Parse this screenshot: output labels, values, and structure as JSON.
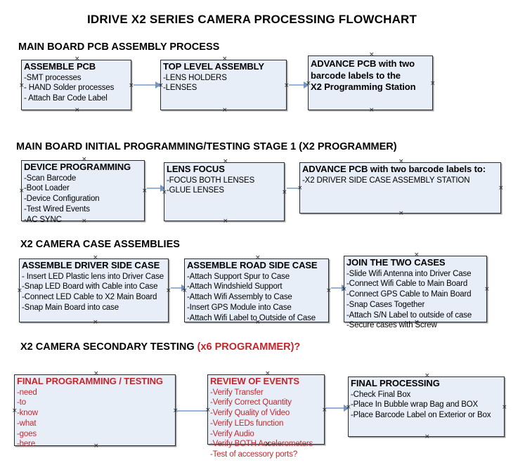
{
  "document": {
    "title": "IDRIVE X2  SERIES CAMERA PROCESSING FLOWCHART",
    "accent_color": "#c0272d",
    "node_fill": "#e8eef7",
    "connector_color": "#95b3d7"
  },
  "sections": [
    {
      "id": "main-board-pcb-assembly",
      "heading": "MAIN BOARD PCB ASSEMBLY PROCESS",
      "heading_accent": "",
      "nodes": [
        {
          "id": "assemble-pcb",
          "header": "ASSEMBLE PCB",
          "items": [
            "-SMT processes",
            "- HAND Solder processes",
            "- Attach Bar Code Label"
          ]
        },
        {
          "id": "top-level-assembly",
          "header": "TOP LEVEL ASSEMBLY",
          "items": [
            "-LENS HOLDERS",
            "-LENSES"
          ]
        },
        {
          "id": "advance-pcb-x2-programming-station",
          "header": "ADVANCE PCB with two",
          "items": [
            "barcode labels to the",
            " X2 Programming Station"
          ]
        }
      ]
    },
    {
      "id": "main-board-initial-programming",
      "heading": "MAIN BOARD INITIAL PROGRAMMING/TESTING STAGE 1 (X2 PROGRAMMER)",
      "heading_accent": "",
      "nodes": [
        {
          "id": "device-programming",
          "header": "DEVICE PROGRAMMING",
          "items": [
            "-Scan Barcode",
            "-Boot Loader",
            "-Device Configuration",
            "-Test Wired Events",
            "-AC SYNC"
          ]
        },
        {
          "id": "lens-focus",
          "header": "LENS FOCUS",
          "items": [
            "-FOCUS BOTH LENSES",
            "-GLUE LENSES"
          ]
        },
        {
          "id": "advance-pcb-driver-side-case",
          "header": "ADVANCE PCB with two barcode labels to:",
          "items": [
            "-X2 DRIVER  SIDE  CASE  ASSEMBLY STATION"
          ]
        }
      ]
    },
    {
      "id": "x2-camera-case-assemblies",
      "heading": "X2 CAMERA CASE ASSEMBLIES",
      "heading_accent": "",
      "nodes": [
        {
          "id": "assemble-driver-side-case",
          "header": "ASSEMBLE DRIVER SIDE CASE",
          "items": [
            "- Insert LED Plastic lens into Driver Case",
            "-Snap LED Board with Cable into Case",
            "-Connect LED Cable to X2 Main Board",
            "-Snap Main Board into case"
          ]
        },
        {
          "id": "assemble-road-side-case",
          "header": "ASSEMBLE ROAD SIDE CASE",
          "items": [
            "-Attach Support Spur to Case",
            "-Attach Windshield Support",
            "-Attach Wifi Assembly to Case",
            "-Insert GPS Module into Case",
            "-Attach Wifi Label to Outside of Case"
          ]
        },
        {
          "id": "join-the-two-cases",
          "header": "JOIN THE TWO CASES",
          "items": [
            "-Slide Wifi Antenna into Driver Case",
            "-Connect Wifi Cable to Main Board",
            "-Connect GPS Cable to Main Board",
            "-Snap Cases Together",
            "-Attach S/N Label to outside of case",
            "-Secure cases with Screw"
          ]
        }
      ]
    },
    {
      "id": "x2-camera-secondary-testing",
      "heading": "X2 CAMERA SECONDARY TESTING ",
      "heading_accent": "(x6 PROGRAMMER)?",
      "nodes": [
        {
          "id": "final-programming-testing",
          "header": "FINAL PROGRAMMING / TESTING",
          "items": [
            "-need",
            "-to",
            "-know",
            "-what",
            "-goes",
            "-here"
          ]
        },
        {
          "id": "review-of-events",
          "header": "REVIEW OF EVENTS",
          "items": [
            "-Verify Transfer",
            "-Verify Correct Quantity",
            "-Verify Quality of Video",
            "-Verify LEDs function",
            "-Verify Audio",
            "-Verify BOTH Accelerometers",
            "-Test of accessory ports?"
          ]
        },
        {
          "id": "final-processing",
          "header": "FINAL PROCESSING",
          "items": [
            " -Check Final Box",
            "-Place In Bubble wrap Bag and BOX",
            "-Place Barcode Label on Exterior or Box"
          ]
        }
      ]
    }
  ]
}
